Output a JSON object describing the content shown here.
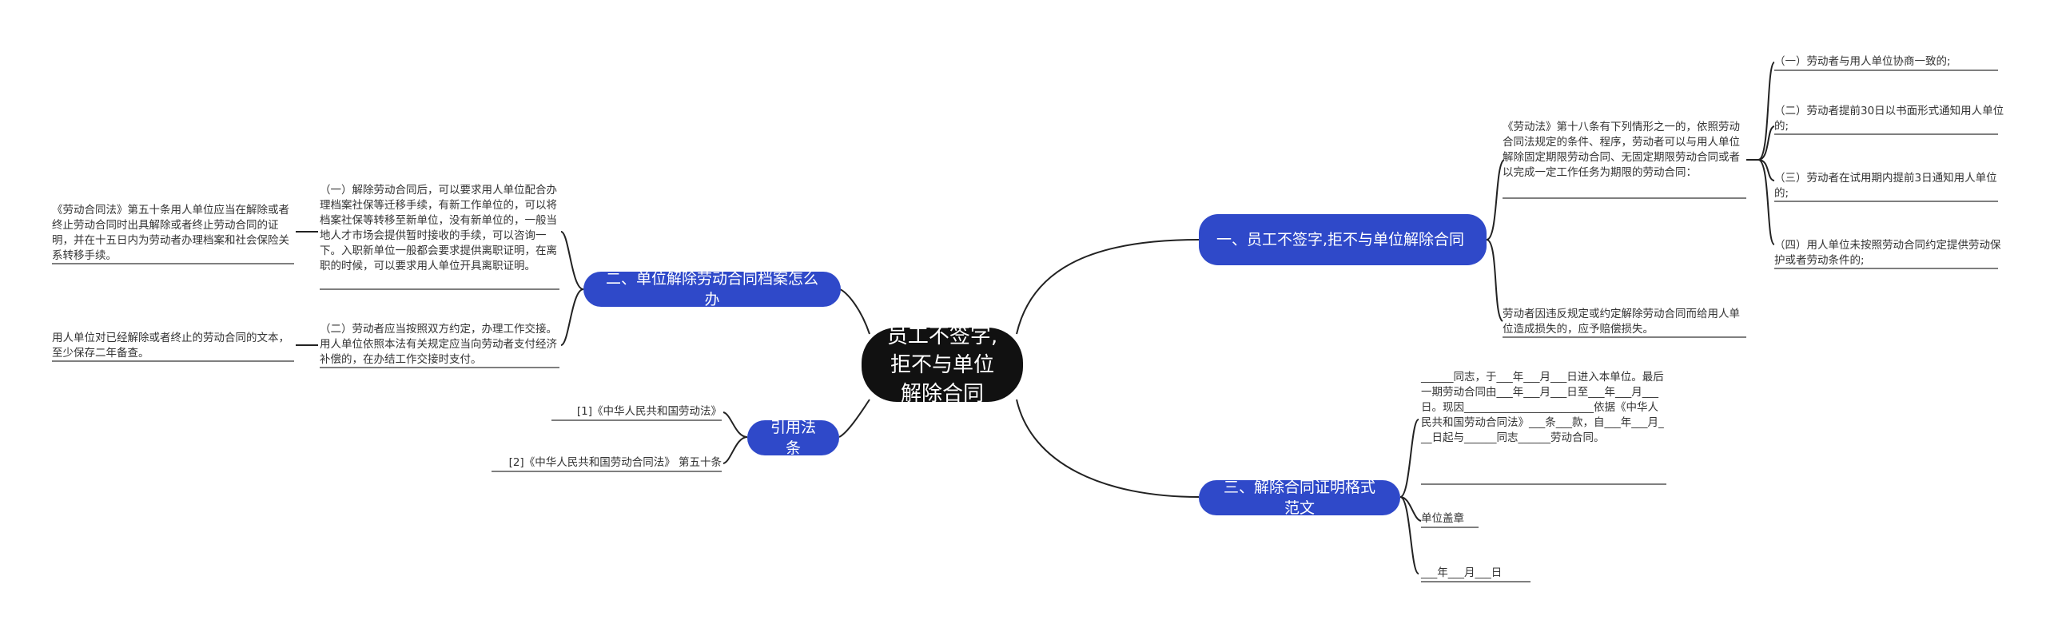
{
  "central": "员工不签字,拒不与单位解除合同",
  "branches": {
    "b1": {
      "title": "一、员工不签字,拒不与单位解除合同",
      "leaves": {
        "law": "《劳动法》第十八条有下列情形之一的，依照劳动合同法规定的条件、程序，劳动者可以与用人单位解除固定期限劳动合同、无固定期限劳动合同或者以完成一定工作任务为期限的劳动合同：",
        "items": [
          "（一）劳动者与用人单位协商一致的;",
          "（二）劳动者提前30日以书面形式通知用人单位的;",
          "（三）劳动者在试用期内提前3日通知用人单位的;",
          "（四）用人单位未按照劳动合同约定提供劳动保护或者劳动条件的;"
        ],
        "compensation": "劳动者因违反规定或约定解除劳动合同而给用人单位造成损失的，应予赔偿损失。"
      }
    },
    "b2": {
      "title": "二、单位解除劳动合同档案怎么办",
      "leaves": {
        "item1": "（一）解除劳动合同后，可以要求用人单位配合办理档案社保等迁移手续，有新工作单位的，可以将档案社保等转移至新单位，没有新单位的，一般当地人才市场会提供暂时接收的手续，可以咨询一下。入职新单位一般都会要求提供离职证明，在离职的时候，可以要求用人单位开具离职证明。",
        "item2": "（二）劳动者应当按照双方约定，办理工作交接。用人单位依照本法有关规定应当向劳动者支付经济补偿的，在办结工作交接时支付。",
        "sub1": "《劳动合同法》第五十条用人单位应当在解除或者终止劳动合同时出具解除或者终止劳动合同的证明，并在十五日内为劳动者办理档案和社会保险关系转移手续。",
        "sub2": "用人单位对已经解除或者终止的劳动合同的文本，至少保存二年备查。"
      }
    },
    "b3": {
      "title": "三、解除合同证明格式范文",
      "leaves": {
        "body": "______同志，于___年___月___日进入本单位。最后一期劳动合同由___年___月___日至___年___月___日。现因________________________依据《中华人民共和国劳动合同法》___条___款，自___年___月___日起与______同志______劳动合同。",
        "seal": "单位盖章",
        "date": "___年___月___日"
      }
    },
    "b4": {
      "title": "引用法条",
      "leaves": {
        "ref1": "[1]《中华人民共和国劳动法》",
        "ref2": "[2]《中华人民共和国劳动合同法》 第五十条"
      }
    }
  },
  "colors": {
    "central_bg": "#111111",
    "branch_bg": "#2f49c9",
    "line": "#222222"
  }
}
